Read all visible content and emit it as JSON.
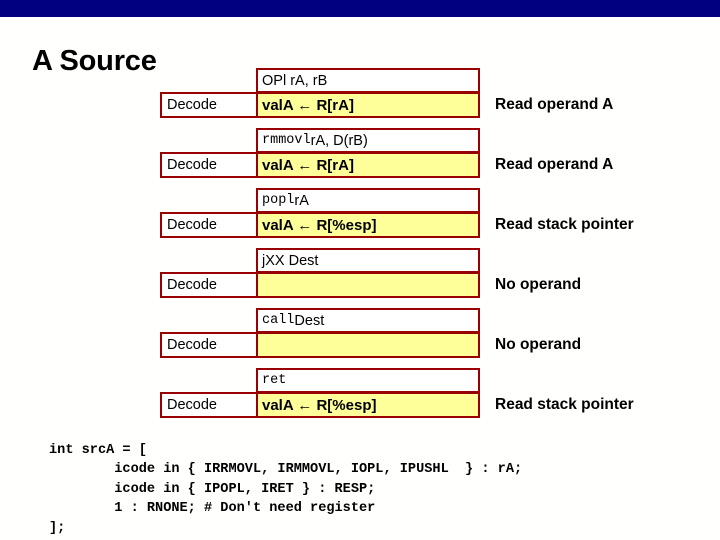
{
  "top_bar": {
    "color": "#000080"
  },
  "slide": {
    "title": "A Source"
  },
  "theme": {
    "border_red": "#990000",
    "cell_yellow": "#ffff99",
    "cell_white": "#ffffff",
    "bar_navy": "#000080"
  },
  "stages": [
    {
      "instruction_mono": "",
      "instruction_sans": "OPl rA, rB",
      "stage": "Decode",
      "action": "valA ← R[rA]",
      "note": "Read operand A"
    },
    {
      "instruction_mono": "rmmovl",
      "instruction_sans": " rA, D(rB)",
      "stage": "Decode",
      "action": "valA ← R[rA]",
      "note": "Read operand A"
    },
    {
      "instruction_mono": "popl",
      "instruction_sans": " rA",
      "stage": "Decode",
      "action": "valA ← R[%esp]",
      "note": "Read stack pointer"
    },
    {
      "instruction_mono": "",
      "instruction_sans": "jXX Dest",
      "stage": "Decode",
      "action": "",
      "note": "No operand"
    },
    {
      "instruction_mono": "call",
      "instruction_sans": " Dest",
      "stage": "Decode",
      "action": "",
      "note": "No operand"
    },
    {
      "instruction_mono": "ret",
      "instruction_sans": "",
      "stage": "Decode",
      "action": "valA ← R[%esp]",
      "note": "Read stack pointer"
    }
  ],
  "code": {
    "text": "int srcA = [\n        icode in { IRRMOVL, IRMMOVL, IOPL, IPUSHL  } : rA;\n        icode in { IPOPL, IRET } : RESP;\n        1 : RNONE; # Don't need register\n];"
  }
}
